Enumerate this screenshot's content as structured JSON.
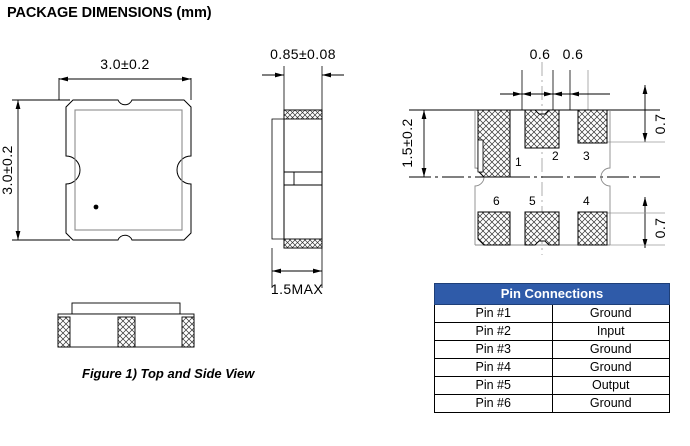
{
  "title": "PACKAGE DIMENSIONS (mm)",
  "figure": {
    "caption": "Figure 1) Top and  Side View"
  },
  "top_view": {
    "width_dim": "3.0±0.2",
    "height_dim": "3.0±0.2"
  },
  "side_view": {
    "thickness_dim": "0.85±0.08",
    "depth_dim": "1.5MAX"
  },
  "footprint": {
    "pad_width_dim_1": "0.6",
    "pad_width_dim_2": "0.6",
    "pad_span_dim": "1.5±0.2",
    "edge_gap_dim_top": "0.7",
    "edge_gap_dim_bottom": "0.7",
    "pad_numbers": {
      "p1": "1",
      "p2": "2",
      "p3": "3",
      "p4": "4",
      "p5": "5",
      "p6": "6"
    }
  },
  "pin_table": {
    "header": "Pin Connections",
    "header_color": "#2F5BA9",
    "rows": [
      {
        "pin": "Pin #1",
        "function": "Ground"
      },
      {
        "pin": "Pin #2",
        "function": "Input"
      },
      {
        "pin": "Pin #3",
        "function": "Ground"
      },
      {
        "pin": "Pin #4",
        "function": "Ground"
      },
      {
        "pin": "Pin #5",
        "function": "Output"
      },
      {
        "pin": "Pin #6",
        "function": "Ground"
      }
    ]
  }
}
